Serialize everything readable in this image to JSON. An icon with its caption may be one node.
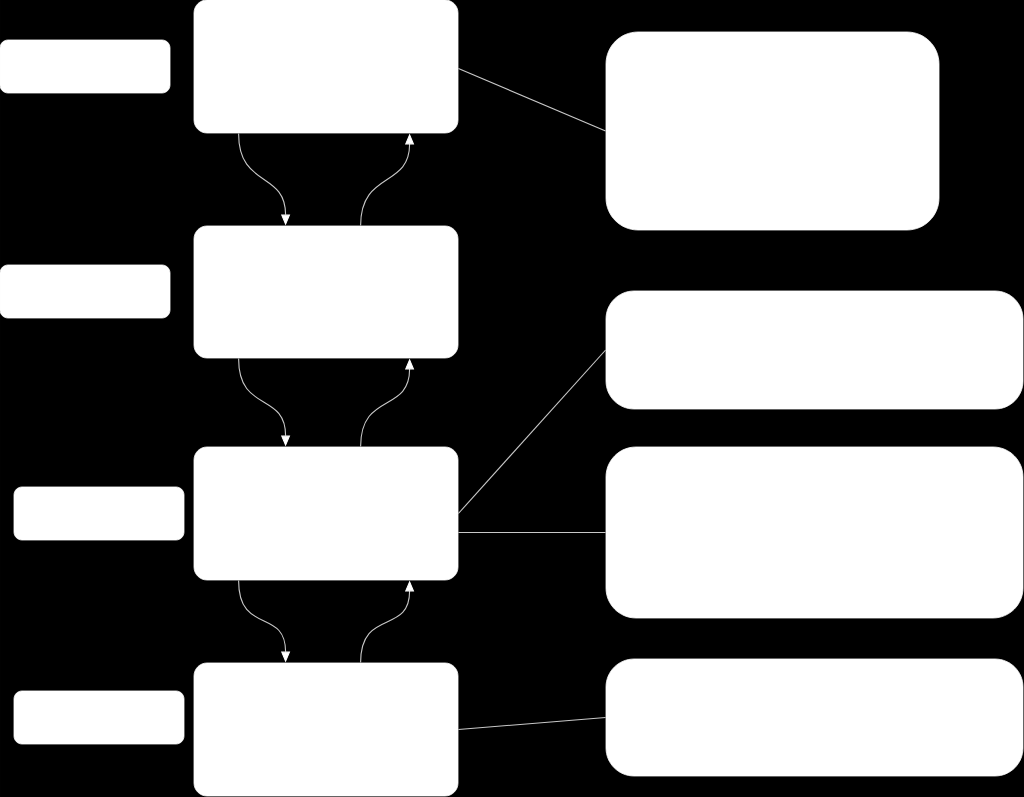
{
  "diagram": {
    "nodes": [
      {
        "text": [],
        "shape": "box"
      },
      {
        "text": [],
        "shape": "box"
      },
      {
        "text": [],
        "shape": "box"
      },
      {
        "text": [],
        "shape": "box"
      },
      {
        "text": [],
        "shape": "box"
      },
      {
        "text": [],
        "shape": "box"
      },
      {
        "text": [],
        "shape": "box"
      },
      {
        "text": [],
        "shape": "box"
      },
      {
        "text": [],
        "shape": "box"
      },
      {
        "text": [],
        "shape": "box"
      },
      {
        "text": [],
        "shape": "box"
      },
      {
        "text": [],
        "shape": "box"
      }
    ],
    "edges": [
      {
        "from": 1,
        "to": 4,
        "arrow": "to"
      },
      {
        "from": 4,
        "to": 1,
        "arrow": "to"
      },
      {
        "from": 1,
        "to": 2,
        "arrow": "none"
      },
      {
        "from": 4,
        "to": 7,
        "arrow": "to"
      },
      {
        "from": 7,
        "to": 4,
        "arrow": "to"
      },
      {
        "from": 7,
        "to": 5,
        "arrow": "none"
      },
      {
        "from": 7,
        "to": 8,
        "arrow": "none"
      },
      {
        "from": 7,
        "to": 10,
        "arrow": "to"
      },
      {
        "from": 10,
        "to": 7,
        "arrow": "to"
      },
      {
        "from": 10,
        "to": 11,
        "arrow": "none"
      }
    ]
  }
}
